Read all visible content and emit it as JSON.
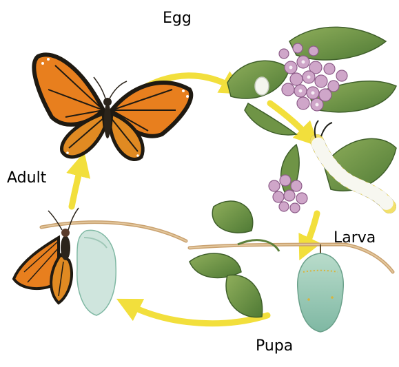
{
  "diagram": {
    "stages": {
      "egg": "Egg",
      "larva": "Larva",
      "pupa": "Pupa",
      "adult": "Adult"
    },
    "arrow_color": "#f2df3c",
    "icons": {
      "adult": "monarch-butterfly-icon",
      "egg": "egg-on-milkweed-icon",
      "larva": "caterpillar-icon",
      "pupa": "chrysalis-icon",
      "emerging": "emerging-butterfly-icon"
    }
  }
}
